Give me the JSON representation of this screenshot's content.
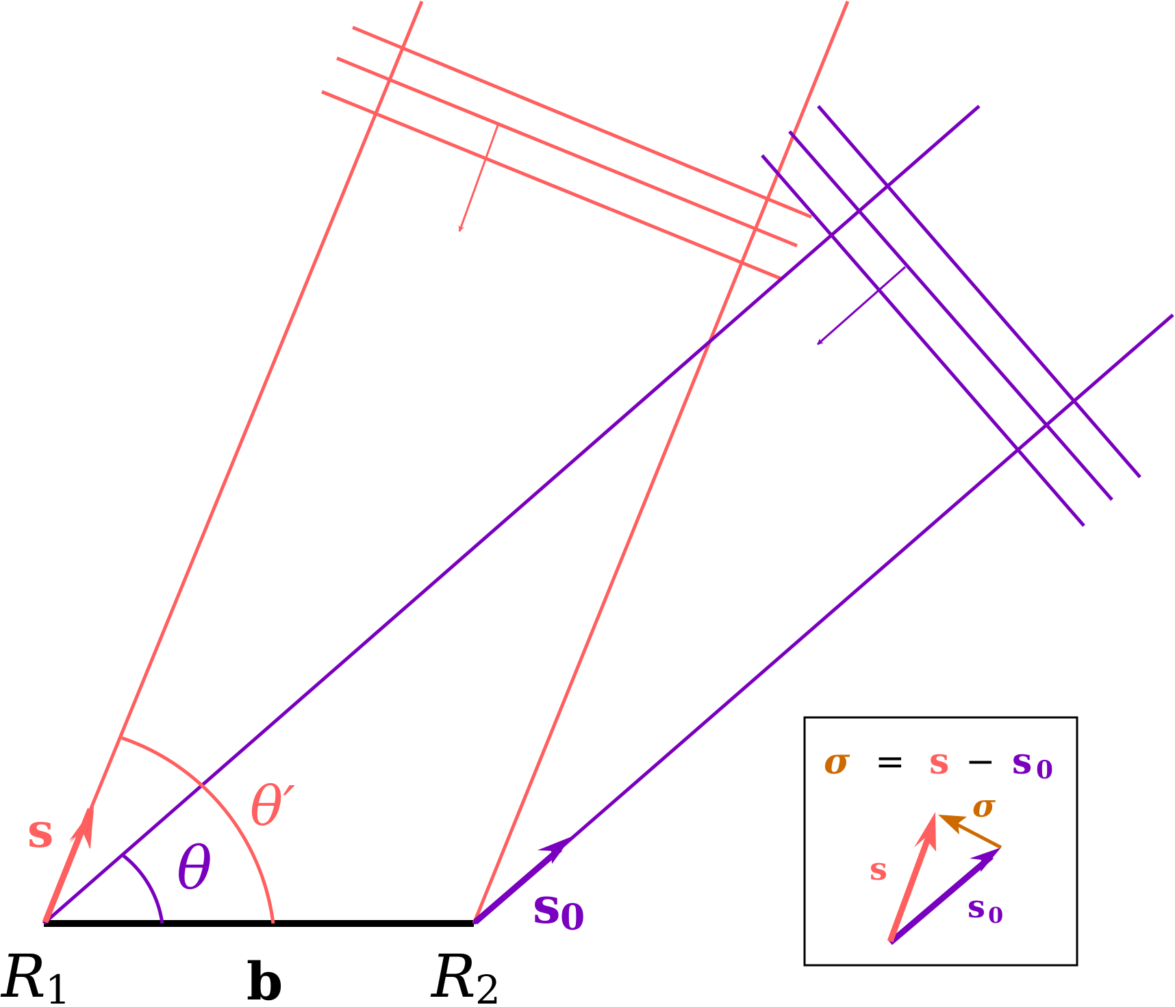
{
  "colors": {
    "s": "#ff5f5f",
    "s0": "#7a00bf",
    "sigma": "#cc6a00",
    "baseline": "#000000",
    "box": "#000000"
  },
  "labels": {
    "r1_main": "R",
    "r1_sub": "1",
    "r2_main": "R",
    "r2_sub": "2",
    "baseline": "b",
    "s_vector": "s",
    "s0_main": "s",
    "s0_sub": "0",
    "theta": "θ",
    "theta_prime": "θ′"
  },
  "inset": {
    "equation": {
      "sigma": "σ",
      "eq": "=",
      "s": "s",
      "minus": "−",
      "s0_main": "s",
      "s0_sub": "0"
    },
    "sigma_label": "σ",
    "s_label": "s",
    "s0_main": "s",
    "s0_sub": "0"
  }
}
